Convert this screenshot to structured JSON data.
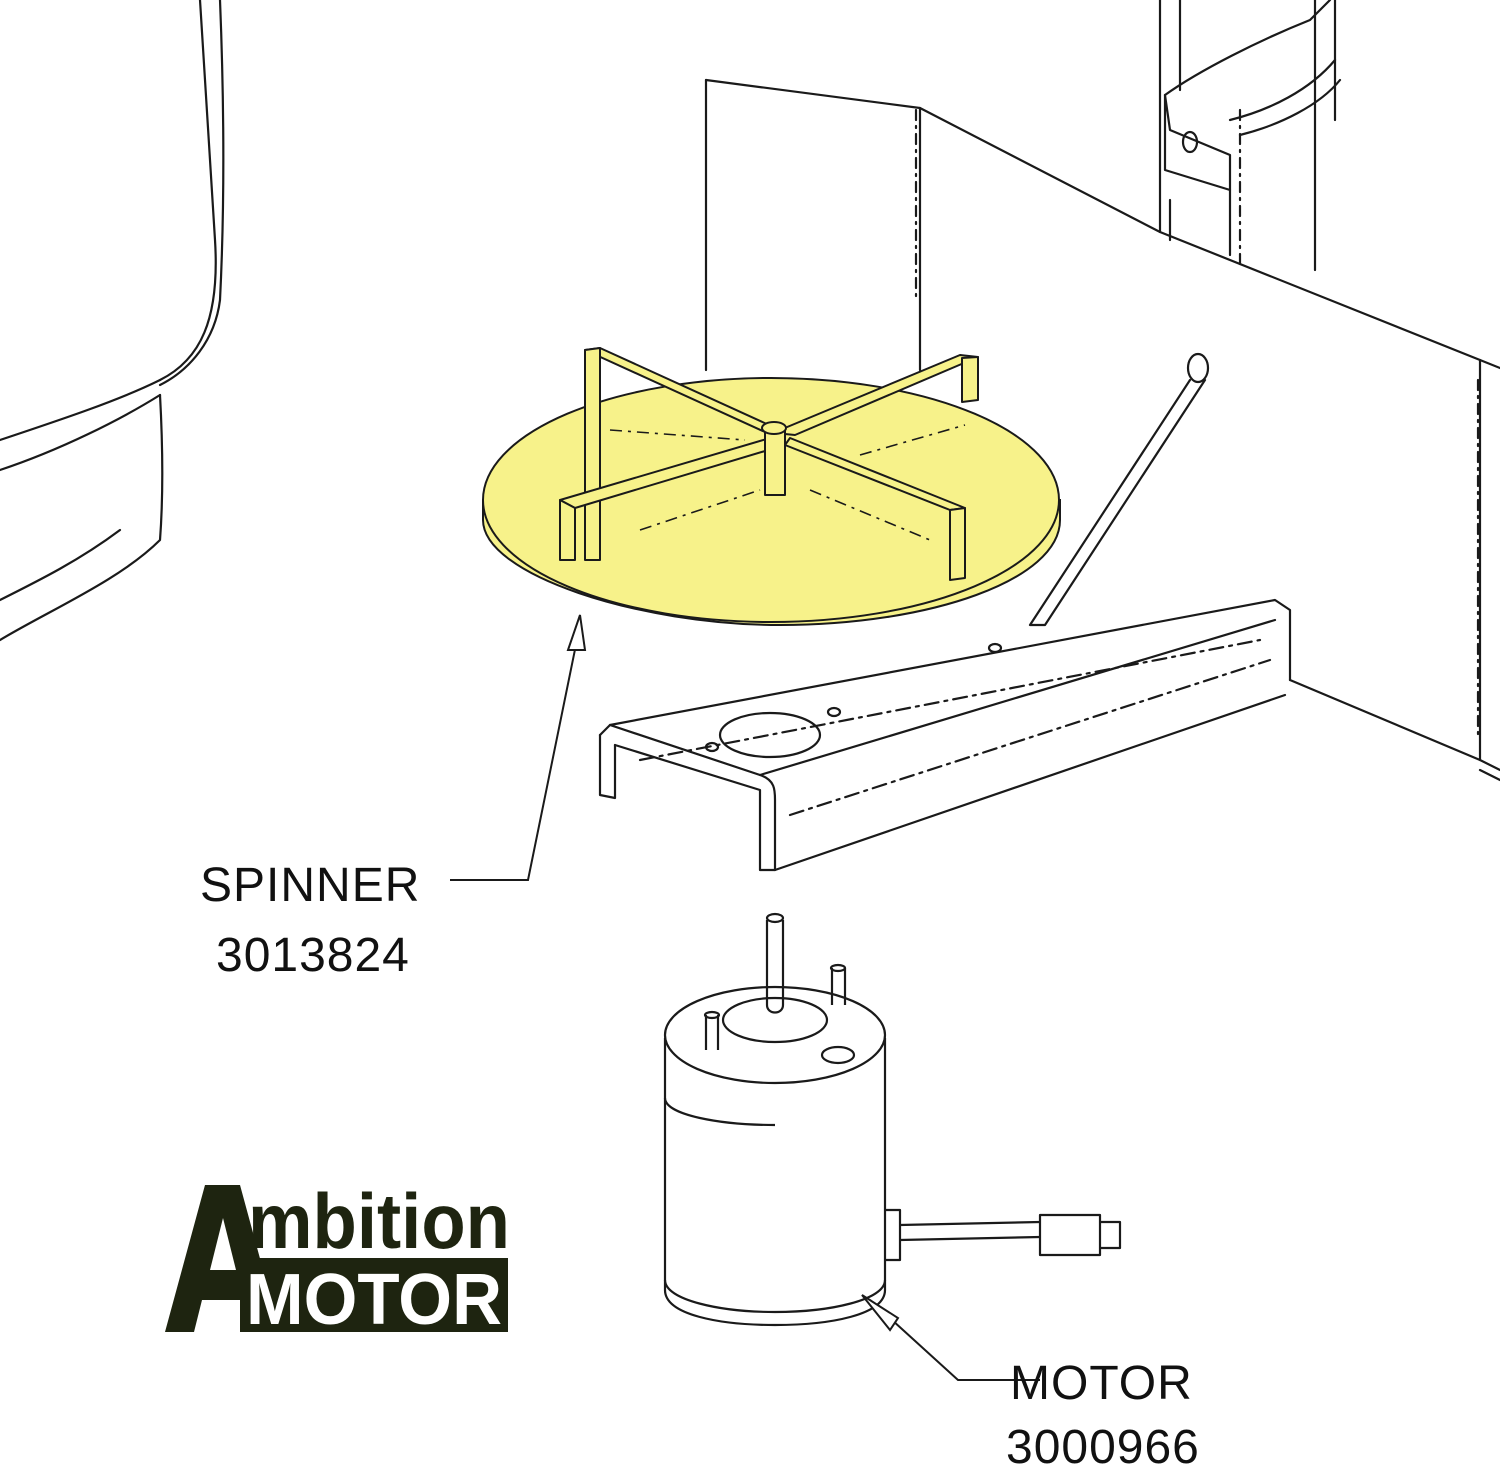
{
  "callouts": {
    "spinner": {
      "name": "SPINNER",
      "part_number": "3013824"
    },
    "motor": {
      "name": "MOTOR",
      "part_number": "3000966"
    }
  },
  "logo": {
    "text_top": "mbition",
    "text_bottom": "MOTOR",
    "initial": "A"
  },
  "colors": {
    "highlight": "#f7f28a",
    "line": "#1a1a1a",
    "logo": "#1e2410"
  }
}
